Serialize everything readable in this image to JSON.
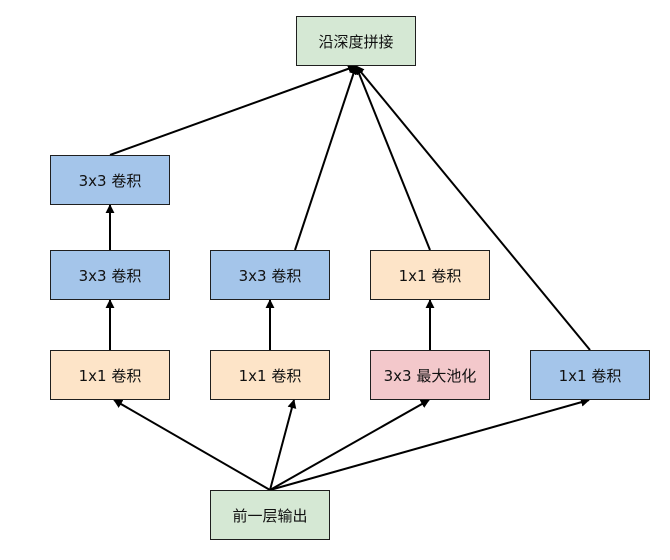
{
  "nodes": {
    "concat": {
      "label": "沿深度拼接",
      "color": "#d5e8d4"
    },
    "b1_conv3x3_top": {
      "label": "3x3 卷积",
      "color": "#a4c5ea"
    },
    "b1_conv3x3_mid": {
      "label": "3x3 卷积",
      "color": "#a4c5ea"
    },
    "b1_conv1x1": {
      "label": "1x1 卷积",
      "color": "#fde4c8"
    },
    "b2_conv3x3": {
      "label": "3x3 卷积",
      "color": "#a4c5ea"
    },
    "b2_conv1x1": {
      "label": "1x1 卷积",
      "color": "#fde4c8"
    },
    "b3_conv1x1": {
      "label": "1x1 卷积",
      "color": "#fde4c8"
    },
    "b3_maxpool": {
      "label": "3x3 最大池化",
      "color": "#f3c8cb"
    },
    "b4_conv1x1": {
      "label": "1x1 卷积",
      "color": "#a4c5ea"
    },
    "input": {
      "label": "前一层输出",
      "color": "#d5e8d4"
    }
  },
  "edges": [
    {
      "from": "input",
      "to": "b1_conv1x1"
    },
    {
      "from": "input",
      "to": "b2_conv1x1"
    },
    {
      "from": "input",
      "to": "b3_maxpool"
    },
    {
      "from": "input",
      "to": "b4_conv1x1"
    },
    {
      "from": "b1_conv1x1",
      "to": "b1_conv3x3_mid"
    },
    {
      "from": "b1_conv3x3_mid",
      "to": "b1_conv3x3_top"
    },
    {
      "from": "b2_conv1x1",
      "to": "b2_conv3x3"
    },
    {
      "from": "b3_maxpool",
      "to": "b3_conv1x1"
    },
    {
      "from": "b1_conv3x3_top",
      "to": "concat"
    },
    {
      "from": "b2_conv3x3",
      "to": "concat"
    },
    {
      "from": "b3_conv1x1",
      "to": "concat"
    },
    {
      "from": "b4_conv1x1",
      "to": "concat"
    }
  ]
}
